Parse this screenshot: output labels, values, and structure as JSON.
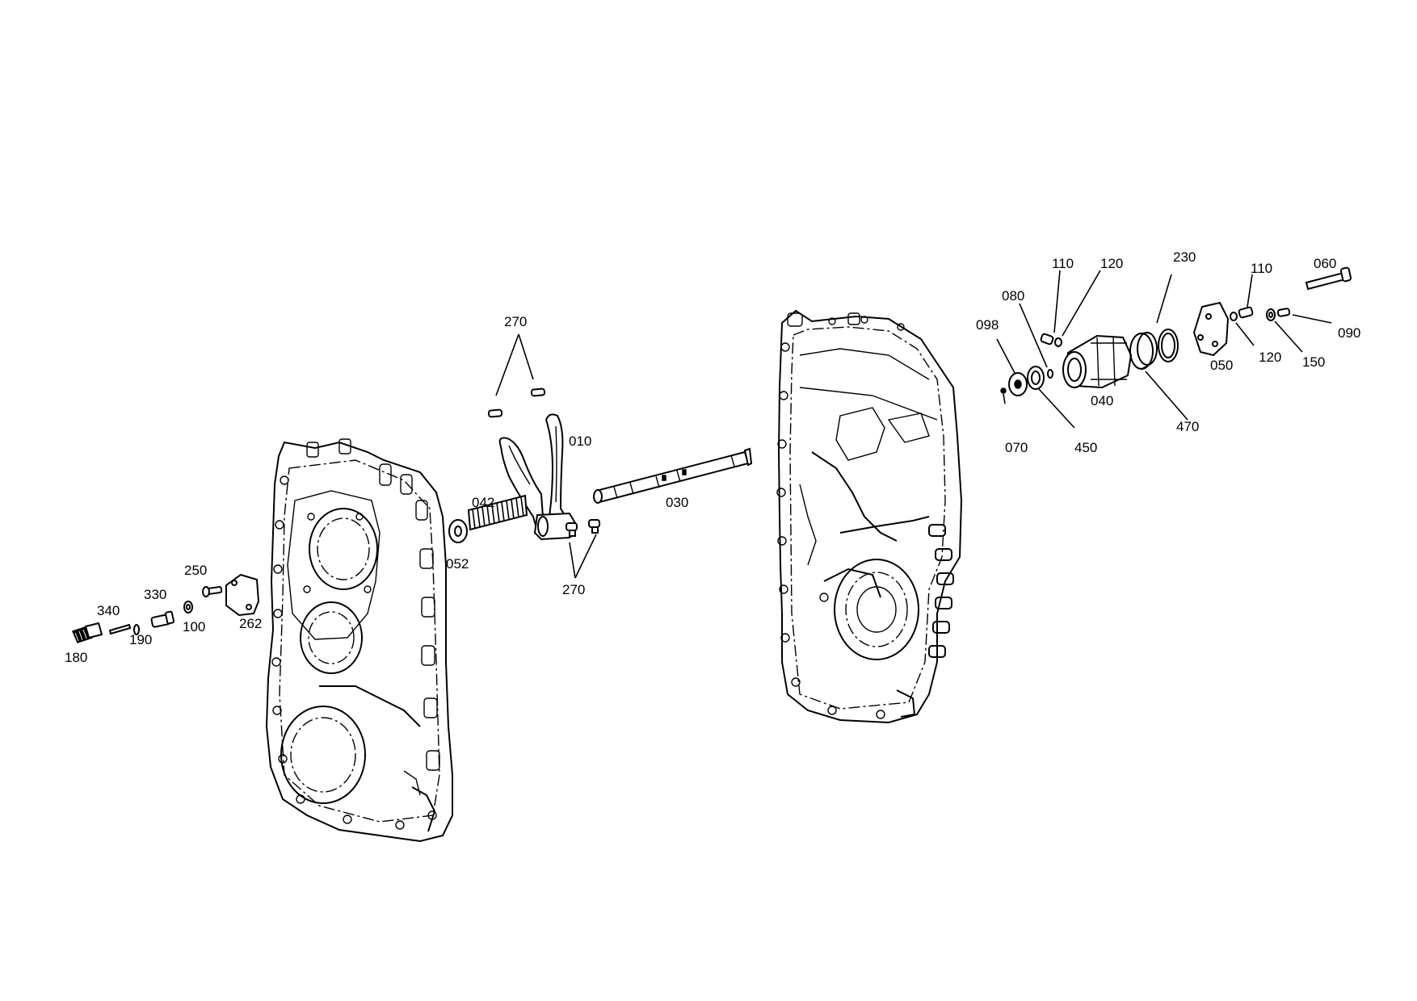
{
  "diagram": {
    "labels": {
      "p270_top": "270",
      "p010": "010",
      "p042": "042",
      "p030": "030",
      "p052": "052",
      "p270_bottom": "270",
      "p250": "250",
      "p330": "330",
      "p340": "340",
      "p190": "190",
      "p100": "100",
      "p262": "262",
      "p180": "180",
      "p110_left": "110",
      "p120_top": "120",
      "p230": "230",
      "p110_right": "110",
      "p060": "060",
      "p080": "080",
      "p098": "098",
      "p070": "070",
      "p450": "450",
      "p040": "040",
      "p470": "470",
      "p050": "050",
      "p120_right": "120",
      "p150": "150",
      "p090": "090"
    }
  }
}
